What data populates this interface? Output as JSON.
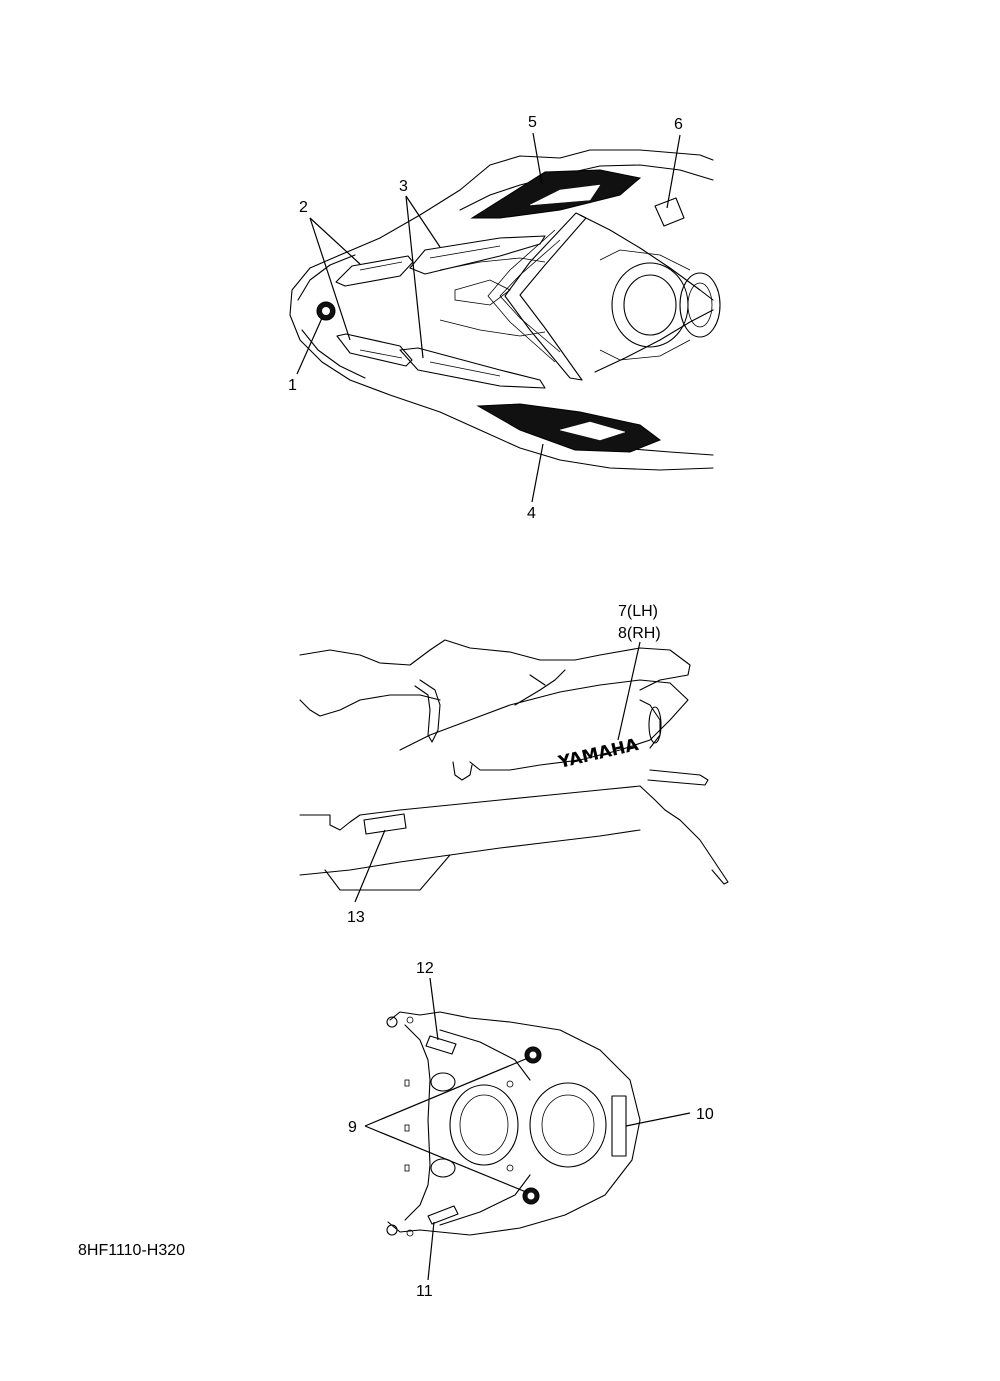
{
  "diagram_code": "8HF1110-H320",
  "callouts": {
    "c1": "1",
    "c2": "2",
    "c3": "3",
    "c4": "4",
    "c5": "5",
    "c6": "6",
    "c7": "7(LH)",
    "c8": "8(RH)",
    "c9": "9",
    "c10": "10",
    "c11": "11",
    "c12": "12",
    "c13": "13"
  },
  "decal_text": {
    "brand": "YAMAHA"
  },
  "colors": {
    "line": "#000000",
    "background": "#ffffff",
    "decal_fill": "#111111"
  }
}
